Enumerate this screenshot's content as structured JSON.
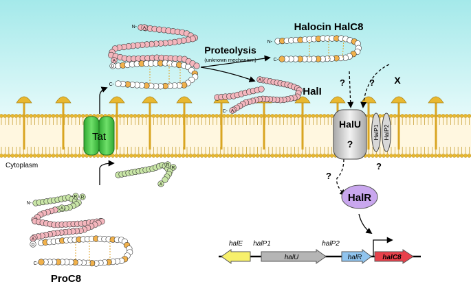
{
  "labels": {
    "proteolysis": "Proteolysis",
    "mechanism": "(unknown mechanism)",
    "halocin": "Halocin HalC8",
    "hali": "HalI",
    "tat": "Tat",
    "cytoplasm": "Cytoplasm",
    "procursor": "ProC8",
    "halu": "HalU",
    "halu_q": "?",
    "halp1": "HalP1",
    "halp2": "HalP2",
    "halr": "HalR",
    "x_factor": "X",
    "q1": "?",
    "q2": "?",
    "q3": "?",
    "q4": "?",
    "n_term": "N-",
    "c_term": "C-"
  },
  "genes": {
    "hale": "halE",
    "halp1": "halP1",
    "halu": "halU",
    "halp2": "halP2",
    "halr": "halR",
    "halc8": "halC8"
  },
  "residues": {
    "a": "A",
    "d": "D",
    "r": "R"
  },
  "colors": {
    "outside": "#a9eaea",
    "membrane_head": "#e8b830",
    "tat": "#4bc94b",
    "halu": "#dcdcdc",
    "halr": "#c9a7ee",
    "residue_pink": "#f4b6bd",
    "residue_white": "#ffffff",
    "residue_orange": "#f1b14b",
    "residue_green": "#c9e6a7",
    "gene_hale": "#f7f06b",
    "gene_gray": "#b5b5b5",
    "gene_halr": "#90c4ee",
    "gene_halc8": "#e8414b"
  }
}
